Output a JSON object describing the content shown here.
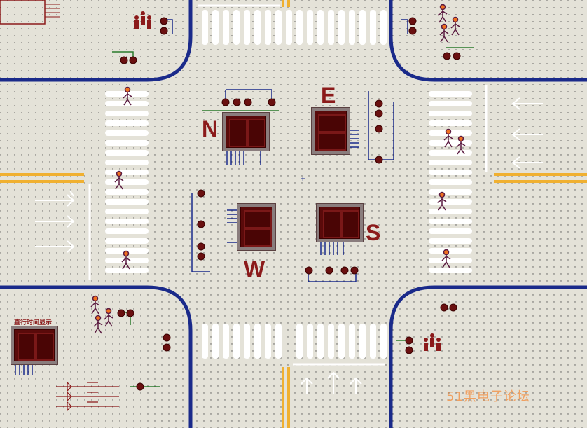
{
  "labels": {
    "north": "N",
    "east": "E",
    "west": "W",
    "south": "S",
    "countdown_title": "直行时间显示",
    "watermark": "51黑电子论坛"
  },
  "colors": {
    "background": "#e4e2d8",
    "curb": "#1a2a8a",
    "lane_yellow": "#f0b030",
    "zebra": "#ffffff",
    "label": "#8b1a1a",
    "pedestrian": "#f07020",
    "watermark": "#f0a060"
  },
  "icons": {
    "pedestrian": "walking-person-icon",
    "lamp": "traffic-lamp-icon",
    "arrow": "lane-arrow-icon"
  }
}
